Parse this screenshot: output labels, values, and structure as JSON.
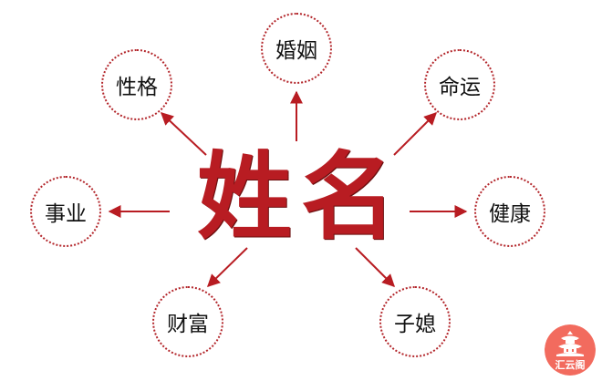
{
  "center": {
    "label": "姓名"
  },
  "nodes": [
    {
      "id": "hunyin",
      "label": "婚姻"
    },
    {
      "id": "xingge",
      "label": "性格"
    },
    {
      "id": "mingyun",
      "label": "命运"
    },
    {
      "id": "shiye",
      "label": "事业"
    },
    {
      "id": "jiankang",
      "label": "健康"
    },
    {
      "id": "caifu",
      "label": "财富"
    },
    {
      "id": "zixi",
      "label": "子媳"
    }
  ],
  "colors": {
    "accent": "#b81c22",
    "node_border": "#b3262b",
    "text": "#111111",
    "watermark_bg": "#f26b5e"
  },
  "watermark": {
    "text": "汇云阁",
    "icon": "pagoda-logo-icon"
  }
}
